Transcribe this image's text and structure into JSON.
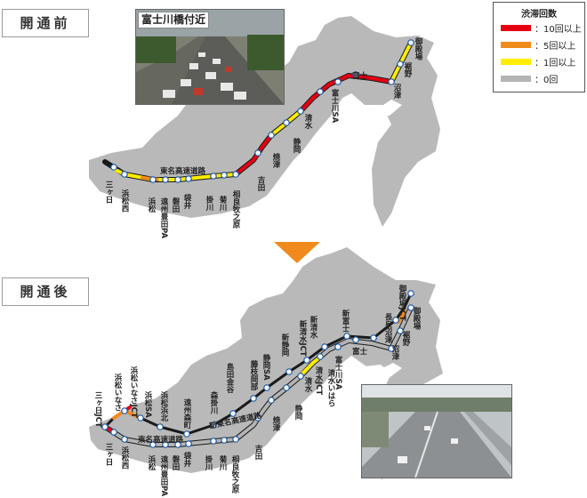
{
  "panels": {
    "before_title": "開通前",
    "after_title": "開通後"
  },
  "photo1_caption": "富士川橋付近",
  "legend": {
    "title": "渋滞回数",
    "items": [
      {
        "label": "：10回以上",
        "color": "#e60012"
      },
      {
        "label": "：5回以上",
        "color": "#f08a1c"
      },
      {
        "label": "：1回以上",
        "color": "#ffec00"
      },
      {
        "label": "：0回",
        "color": "#b4b4b4"
      }
    ]
  },
  "colors": {
    "land": "#b9b9b9",
    "road": "#1a1a1a",
    "red": "#e60012",
    "orange": "#f08a1c",
    "yellow": "#ffec00",
    "gray": "#b4b4b4",
    "arrow": "#f08a1c"
  },
  "top_labels": {
    "road_name": "東名高速道路",
    "mikkabi": "三ヶ日",
    "hamamatsunishi": "浜松西",
    "hamamatsu": "浜松",
    "enshu_toyoda": "遠州豊田PA",
    "iwata": "磐田",
    "fukuroi": "袋井",
    "kakegawa": "掛川",
    "kikugawa": "菊川",
    "sagara": "相良牧之原",
    "yoshida": "吉田",
    "yaizu": "焼津",
    "shizuoka": "静岡",
    "shimizu": "清水",
    "fujikawa_sa": "富士川SA",
    "fuji": "富士",
    "numazu": "沼津",
    "susono": "裾野",
    "gotemba": "御殿場"
  },
  "bottom_labels": {
    "old_road": "東名高速道路",
    "new_road": "新東名高速道路",
    "mikkabi_jct": "三ヶ日JCT",
    "mikkabi": "三ヶ日",
    "hamamatsu_inasa": "浜松いなさ",
    "hamamatsu_inasa_jct": "浜松いなさJCT",
    "hamamatsu_sa": "浜松SA",
    "hamamatsu_hamakita": "浜松浜北",
    "enshu_morimachi": "遠州森町",
    "mori_kakegawa": "森掛川",
    "shimada_kanaya": "島田金谷",
    "fujieda_okabe": "藤枝岡部",
    "shizuoka_sa": "静岡SA",
    "shin_shizuoka": "新静岡",
    "shin_shimizu_jct": "新清水JCT",
    "shin_shimizu": "新清水",
    "shimizu_ihara": "清水いはら",
    "shimizu_jct": "清水JCT",
    "shin_fuji": "新富士",
    "nagaizumi_numazu": "長泉沼津",
    "gotemba_jct": "御殿場JCT",
    "gotemba": "御殿場",
    "susono": "裾野",
    "numazu": "沼津",
    "fuji": "富士",
    "fujikawa_sa": "富士川SA",
    "shimizu": "清水",
    "shizuoka": "静岡",
    "yaizu": "焼津",
    "yoshida": "吉田",
    "sagara": "相良牧之原",
    "kikugawa": "菊川",
    "kakegawa": "掛川",
    "fukuroi": "袋井",
    "iwata": "磐田",
    "enshu_toyoda": "遠州豊田PA",
    "hamamatsu": "浜松",
    "hamamatsunishi": "浜松西"
  }
}
